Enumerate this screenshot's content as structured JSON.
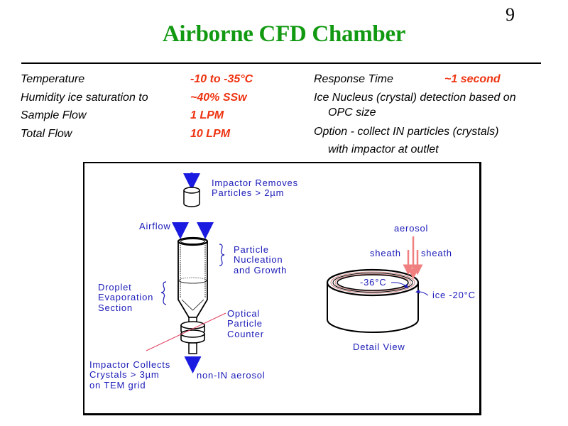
{
  "slide": {
    "page_number": "9",
    "title": "Airborne CFD Chamber"
  },
  "specs_left": [
    {
      "label": "Temperature",
      "value": "-10 to -35°C"
    },
    {
      "label": "Humidity  ice saturation to",
      "value": "~40% SSw"
    },
    {
      "label": "Sample Flow",
      "value": "1 LPM"
    },
    {
      "label": "Total Flow",
      "value": "10 LPM"
    }
  ],
  "specs_right": {
    "response_label": "Response Time",
    "response_value": "~1 second",
    "detection_line1": "Ice Nucleus (crystal) detection based on",
    "detection_line2": "OPC size",
    "option_line1": "Option - collect IN particles (crystals)",
    "option_line2": "with impactor at outlet"
  },
  "diagram": {
    "impactor_top_line1": "Impactor Removes",
    "impactor_top_line2": "Particles > 2µm",
    "airflow": "Airflow",
    "nucleation_line1": "Particle",
    "nucleation_line2": "Nucleation",
    "nucleation_line3": "and Growth",
    "evaporation_line1": "Droplet",
    "evaporation_line2": "Evaporation",
    "evaporation_line3": "Section",
    "opc_line1": "Optical",
    "opc_line2": "Particle",
    "opc_line3": "Counter",
    "impactor_bottom_line1": "Impactor Collects",
    "impactor_bottom_line2": "Crystals > 3µm",
    "impactor_bottom_line3": "on TEM grid",
    "outlet": "non-IN aerosol",
    "detail": {
      "aerosol": "aerosol",
      "sheath_left": "sheath",
      "sheath_right": "sheath",
      "inner_temp": "-36°C",
      "outer_wall": "ice -20°C",
      "caption": "Detail View"
    }
  },
  "colors": {
    "title": "#119911",
    "value_text": "#ee3311",
    "diagram_text": "#1a1ab8",
    "flow_arrow": "#1a1ae0",
    "aerosol_arrow": "#f08080",
    "leader_line": "#e04060"
  }
}
